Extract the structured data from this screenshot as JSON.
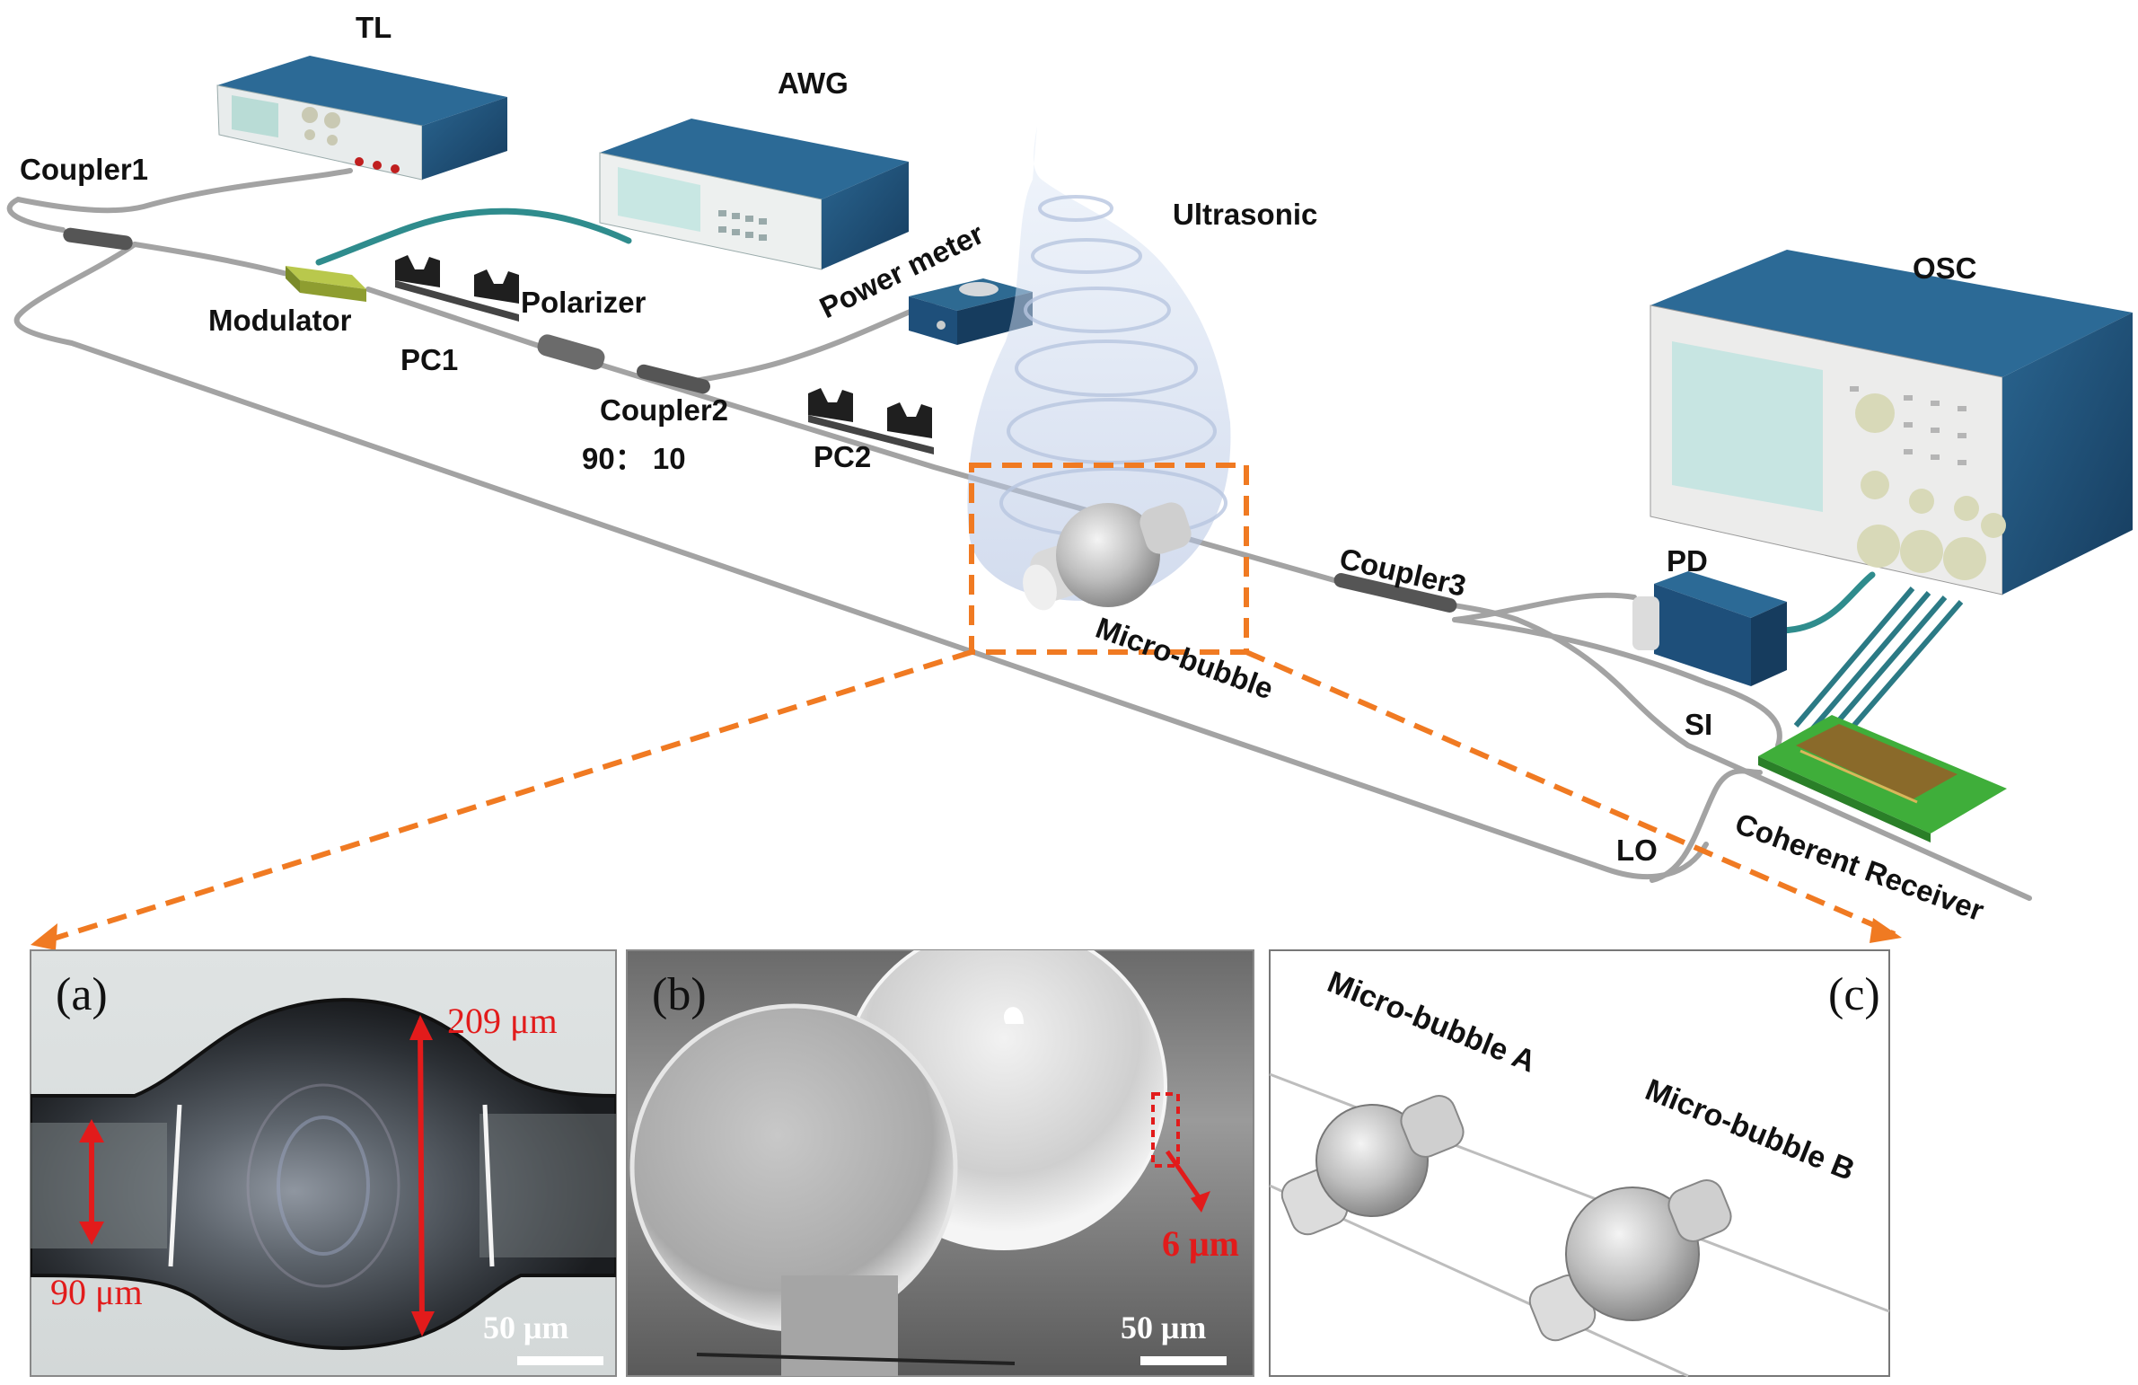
{
  "labels": {
    "tl": "TL",
    "awg": "AWG",
    "coupler1": "Coupler1",
    "modulator": "Modulator",
    "pc1": "PC1",
    "polarizer": "Polarizer",
    "power_meter": "Power meter",
    "ultrasonic": "Ultrasonic",
    "coupler2": "Coupler2",
    "ratio": "90： 10",
    "pc2": "PC2",
    "osc": "OSC",
    "coupler3": "Coupler3",
    "pd": "PD",
    "micro_bubble": "Micro-bubble",
    "si": "SI",
    "lo": "LO",
    "coherent_receiver": "Coherent Receiver"
  },
  "panels": {
    "a": {
      "letter": "(a)",
      "outer_diameter": "209 μm",
      "inner_diameter": "90 μm",
      "scale_bar": "50 μm"
    },
    "b": {
      "letter": "(b)",
      "wall_thickness": "6 μm",
      "scale_bar": "50 μm"
    },
    "c": {
      "letter": "(c)",
      "bubble_a": "Micro-bubble A",
      "bubble_b": "Micro-bubble B"
    }
  },
  "colors": {
    "highlight_box": "#f07a22",
    "measurement": "#e21b1b",
    "instrument_blue": "#1e4f7a",
    "screen": "#cfe7e6",
    "circuit_green": "#3fae3a"
  }
}
